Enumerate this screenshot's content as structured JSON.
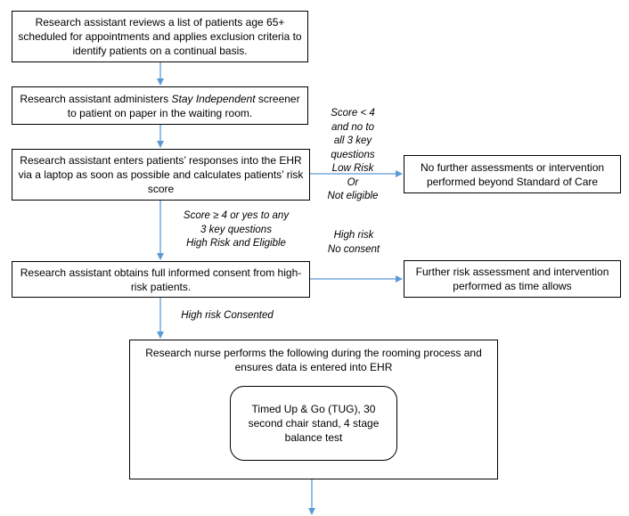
{
  "steps": {
    "review": "Research assistant reviews a list of patients age 65+ scheduled for appointments and applies exclusion criteria to identify patients on a continual basis.",
    "screener": {
      "before": "Research assistant administers ",
      "italic": "Stay Independent",
      "after": " screener to patient on paper in the waiting room."
    },
    "enter": "Research assistant enters patients’ responses into the EHR via a laptop as soon as possible and calculates patients’ risk score",
    "consent": "Research assistant obtains full informed consent from high-risk patients.",
    "nurse": "Research nurse performs the following during the rooming process and ensures data is entered into EHR",
    "tests": "Timed Up & Go (TUG), 30 second chair stand, 4 stage balance test"
  },
  "side_boxes": {
    "no_further": "No further assessments or intervention performed beyond Standard of Care",
    "further_risk": "Further risk assessment and intervention performed as time allows"
  },
  "labels": {
    "low_risk": [
      "Score < 4",
      "and no to",
      "all 3 key",
      "questions",
      "Low Risk",
      "Or",
      "Not eligible"
    ],
    "high_risk_eligible": [
      "Score ≥ 4 or yes to any",
      "3 key questions",
      "High Risk and Eligible"
    ],
    "no_consent": [
      "High risk",
      "No consent"
    ],
    "consented": "High risk Consented"
  },
  "colors": {
    "arrow": "#5b9bd5",
    "border": "#000000"
  }
}
